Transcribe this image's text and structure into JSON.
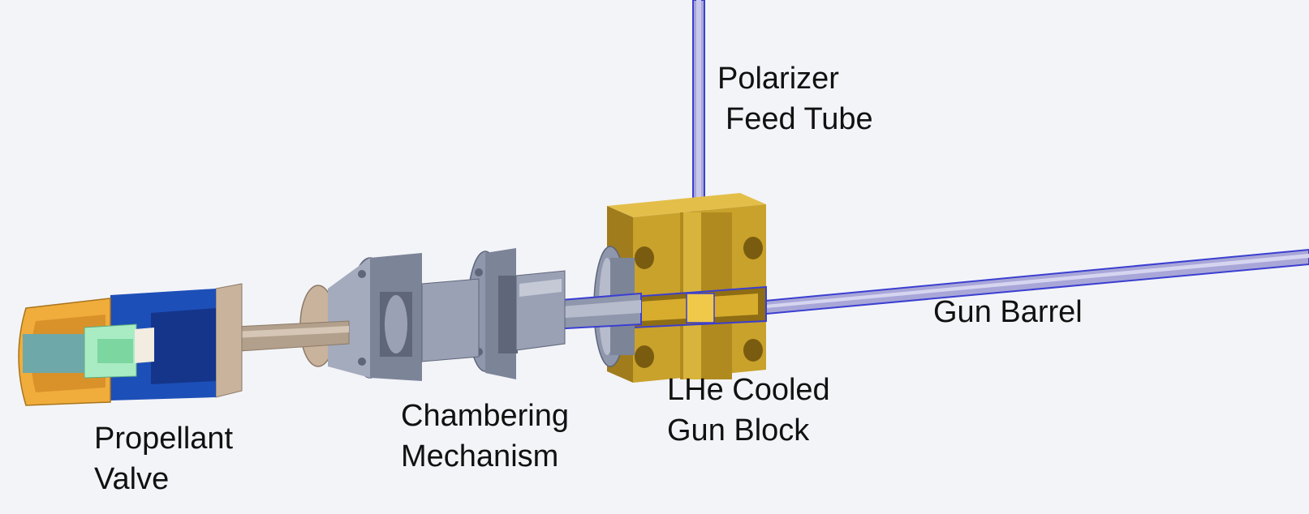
{
  "labels": {
    "polarizer_feed_tube": [
      "Polarizer",
      "Feed Tube"
    ],
    "gun_barrel": [
      "Gun Barrel"
    ],
    "lhe_cooled_gun_block": [
      "LHe Cooled",
      "Gun Block"
    ],
    "chambering_mechanism": [
      "Chambering",
      "Mechanism"
    ],
    "propellant_valve": [
      "Propellant",
      "Valve"
    ]
  },
  "colors": {
    "background": "#f3f4f8",
    "outline": "#3b3fd0",
    "gun_block_gold": "#c9a22c",
    "gun_block_gold_light": "#e3bf4a",
    "gun_block_gold_dark": "#8e6d14",
    "flange_gray": "#8f97ad",
    "flange_gray_light": "#b7bccc",
    "flange_gray_dark": "#5f667a",
    "tan": "#c9b39d",
    "valve_orange": "#f0ad3c",
    "valve_blue": "#1d4fb8",
    "valve_blue_dark": "#14358a",
    "valve_green": "#a9ecc4",
    "valve_teal": "#6fa8a8",
    "tube_lilac": "#a9a7d8"
  }
}
